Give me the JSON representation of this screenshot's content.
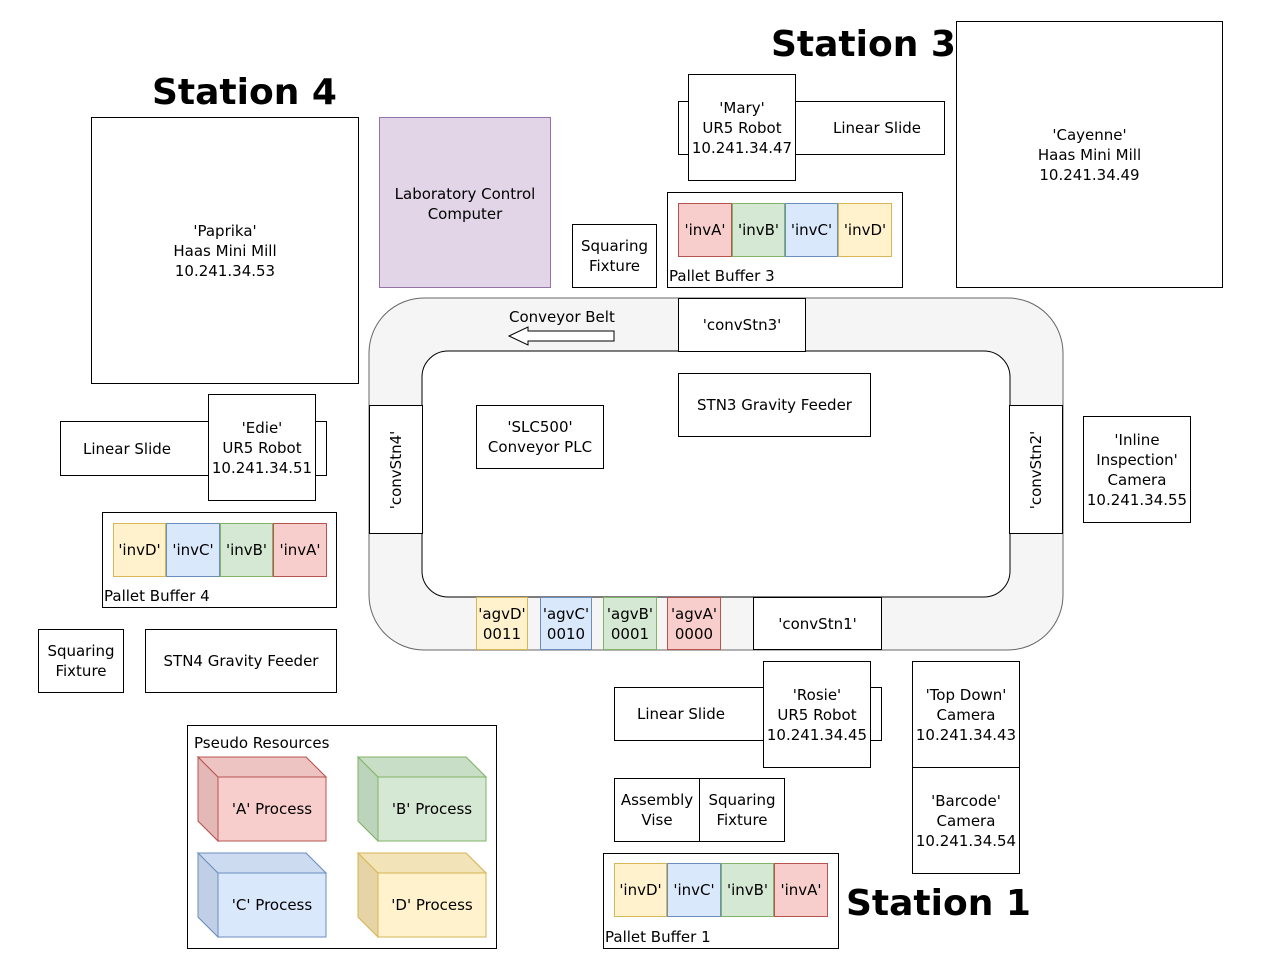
{
  "titles": {
    "station1": "Station 1",
    "station3": "Station 3",
    "station4": "Station 4"
  },
  "station3": {
    "robot": "'Mary'\nUR5 Robot\n10.241.34.47",
    "linear_slide": "Linear Slide",
    "mill": "'Cayenne'\nHaas Mini Mill\n10.241.34.49",
    "squaring_fixture": "Squaring\nFixture",
    "pallet_buffer": {
      "label": "Pallet Buffer 3",
      "slots": [
        "'invA'",
        "'invB'",
        "'invC'",
        "'invD'"
      ]
    }
  },
  "station4": {
    "mill": "'Paprika'\nHaas Mini Mill\n10.241.34.53",
    "robot": "'Edie'\nUR5 Robot\n10.241.34.51",
    "linear_slide": "Linear Slide",
    "pallet_buffer": {
      "label": "Pallet Buffer 4",
      "slots": [
        "'invD'",
        "'invC'",
        "'invB'",
        "'invA'"
      ]
    },
    "squaring_fixture": "Squaring\nFixture",
    "gravity_feeder": "STN4 Gravity Feeder"
  },
  "lab_computer": "Laboratory Control\nComputer",
  "conveyor": {
    "label": "Conveyor Belt",
    "stn1": "'convStn1'",
    "stn2": "'convStn2'",
    "stn3": "'convStn3'",
    "stn4": "'convStn4'",
    "plc": "'SLC500'\nConveyor PLC",
    "stn3_feeder": "STN3 Gravity Feeder",
    "agvs": [
      "'agvD'\n0011",
      "'agvC'\n0010",
      "'agvB'\n0001",
      "'agvA'\n0000"
    ]
  },
  "inline_camera": "'Inline\nInspection'\nCamera\n10.241.34.55",
  "station1": {
    "robot": "'Rosie'\nUR5 Robot\n10.241.34.45",
    "linear_slide": "Linear Slide",
    "top_camera": "'Top Down'\nCamera\n10.241.34.43",
    "barcode_camera": "'Barcode'\nCamera\n10.241.34.54",
    "assembly_vise": "Assembly\nVise",
    "squaring_fixture": "Squaring\nFixture",
    "pallet_buffer": {
      "label": "Pallet Buffer 1",
      "slots": [
        "'invD'",
        "'invC'",
        "'invB'",
        "'invA'"
      ]
    }
  },
  "pseudo_resources": {
    "label": "Pseudo Resources",
    "a": "'A' Process",
    "b": "'B' Process",
    "c": "'C' Process",
    "d": "'D' Process"
  },
  "colors": {
    "red_fill": "#f8cecc",
    "green_fill": "#d5e8d4",
    "blue_fill": "#dae8fc",
    "yellow_fill": "#fff2cc",
    "computer_fill": "#e1d5e7",
    "conveyor_fill": "#f5f5f5"
  }
}
